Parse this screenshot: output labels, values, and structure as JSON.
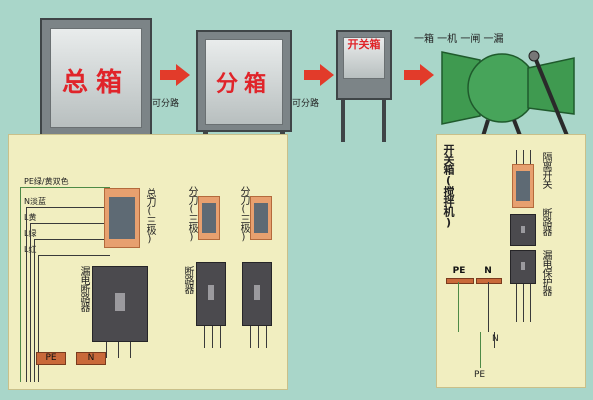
{
  "cabinets": {
    "main_label": "总箱",
    "main_caption": "总 箱",
    "sub_label": "分箱",
    "switch_label": "开关箱"
  },
  "captions": {
    "arrow1": "可分路",
    "arrow2": "可分路",
    "chain": "一箱 一机 一闸 一漏"
  },
  "left_panel": {
    "wire_labels": [
      "PE绿/黄双色",
      "N淡蓝",
      "L黄",
      "L绿",
      "L红"
    ],
    "main_knife": "总刀(三极)",
    "branch_knife_1": "分刀(三极)",
    "branch_knife_2": "分刀(三极)",
    "leakage_breaker": "漏电断路器",
    "branch_breaker": "断路器",
    "pe_terminal": "PE",
    "n_terminal": "N"
  },
  "right_panel": {
    "title": "开关箱(搅拌机)",
    "isolation_switch": "隔离开关",
    "breaker": "断路器",
    "leakage_protector": "漏电保护器",
    "pe_terminal": "PE",
    "n_terminal": "N",
    "bottom_pe": "PE",
    "bottom_n": "N"
  },
  "colors": {
    "arrow": "#e23b2a",
    "panel_bg": "#f1eec0",
    "cabinet_text": "#e0242a",
    "mixer": "#3f9a50"
  }
}
